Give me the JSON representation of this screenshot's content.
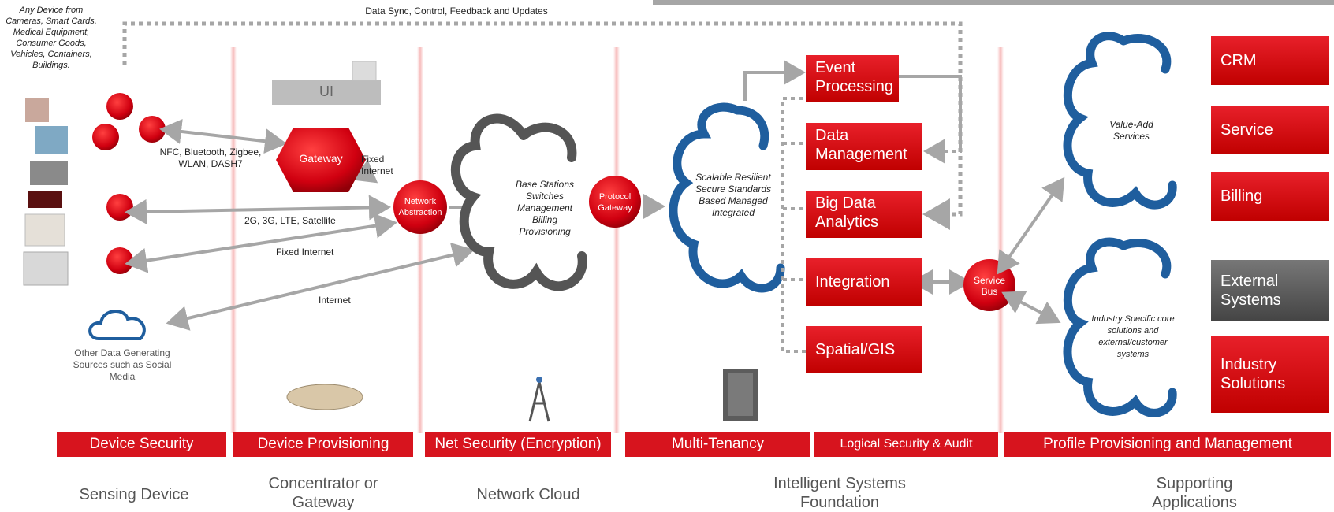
{
  "top": {
    "sync_label": "Data Sync, Control, Feedback and Updates"
  },
  "device": {
    "any_device_text": "Any Device from Cameras, Smart Cards, Medical Equipment, Consumer Goods, Vehicles, Containers, Buildings.",
    "conn_nfc": "NFC, Bluetooth, Zigbee, WLAN, DASH7",
    "conn_cellular": "2G, 3G, LTE, Satellite",
    "conn_fixed": "Fixed Internet",
    "conn_internet": "Internet",
    "other_sources": "Other Data Generating Sources such as Social Media"
  },
  "gateway": {
    "ui_label": "UI",
    "gateway_label": "Gateway",
    "fixed_internet": "Fixed Internet",
    "network_abstraction": "Network Abstraction"
  },
  "network": {
    "cloud_text": "Base Stations Switches Management Billing Provisioning",
    "protocol_gateway": "Protocol Gateway"
  },
  "foundation": {
    "cloud_text": "Scalable Resilient Secure Standards Based Managed Integrated",
    "boxes": [
      "Event Processing",
      "Data Management",
      "Big Data Analytics",
      "Integration",
      "Spatial/GIS"
    ],
    "service_bus": "Service Bus"
  },
  "apps": {
    "value_add": "Value-Add Services",
    "industry_specific": "Industry Specific core solutions and external/customer systems",
    "boxes": [
      "CRM",
      "Service",
      "Billing",
      "External Systems",
      "Industry Solutions"
    ]
  },
  "bars": [
    "Device Security",
    "Device Provisioning",
    "Net Security (Encryption)",
    "Multi-Tenancy",
    "Logical Security & Audit",
    "Profile Provisioning and Management"
  ],
  "columns": [
    "Sensing Device",
    "Concentrator or Gateway",
    "Network Cloud",
    "Intelligent Systems Foundation",
    "Supporting Applications"
  ],
  "colors": {
    "accent_red": "#d7141e",
    "cloud_blue": "#1f5e9e",
    "grey_box": "#555555",
    "arrow_grey": "#a6a6a6"
  }
}
